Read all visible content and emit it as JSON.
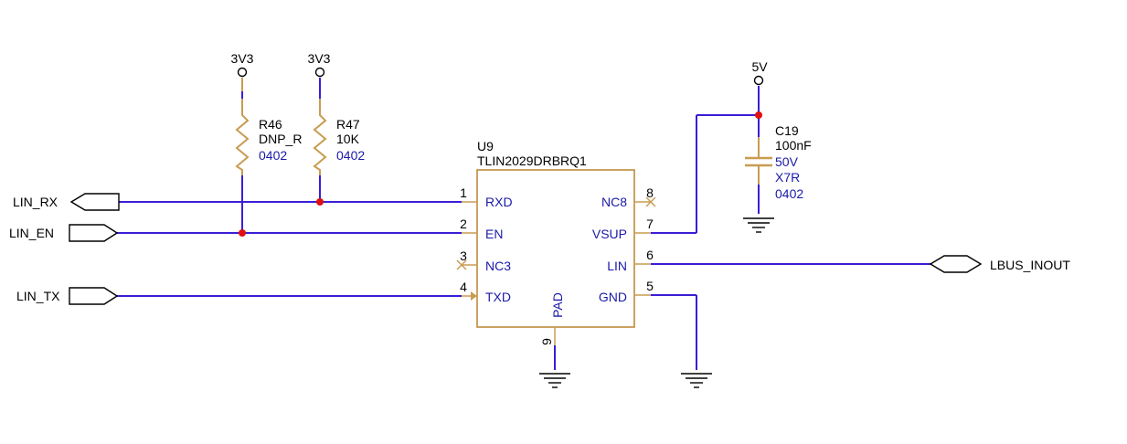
{
  "colors": {
    "wire": "#3a1ed6",
    "pin": "#c89c50",
    "part_outline": "#c08a3c",
    "junction": "#e01010",
    "pin_name": "#1a1aa8",
    "text": "#000000",
    "value_blue": "#1a1aa8"
  },
  "power": {
    "r46_rail": "3V3",
    "r47_rail": "3V3",
    "c19_rail": "5V"
  },
  "resistors": {
    "r46": {
      "ref": "R46",
      "value": "DNP_R",
      "package": "0402"
    },
    "r47": {
      "ref": "R47",
      "value": "10K",
      "package": "0402"
    }
  },
  "capacitor": {
    "c19": {
      "ref": "C19",
      "value": "100nF",
      "voltage": "50V",
      "dielectric": "X7R",
      "package": "0402"
    }
  },
  "ic": {
    "ref": "U9",
    "part": "TLIN2029DRBRQ1",
    "pins": {
      "p1": {
        "num": "1",
        "name": "RXD"
      },
      "p2": {
        "num": "2",
        "name": "EN"
      },
      "p3": {
        "num": "3",
        "name": "NC3"
      },
      "p4": {
        "num": "4",
        "name": "TXD"
      },
      "p5": {
        "num": "5",
        "name": "GND"
      },
      "p6": {
        "num": "6",
        "name": "LIN"
      },
      "p7": {
        "num": "7",
        "name": "VSUP"
      },
      "p8": {
        "num": "8",
        "name": "NC8"
      },
      "p9": {
        "num": "9",
        "name": "PAD"
      }
    }
  },
  "ports": {
    "lin_rx": "LIN_RX",
    "lin_en": "LIN_EN",
    "lin_tx": "LIN_TX",
    "lbus_inout": "LBUS_INOUT"
  }
}
